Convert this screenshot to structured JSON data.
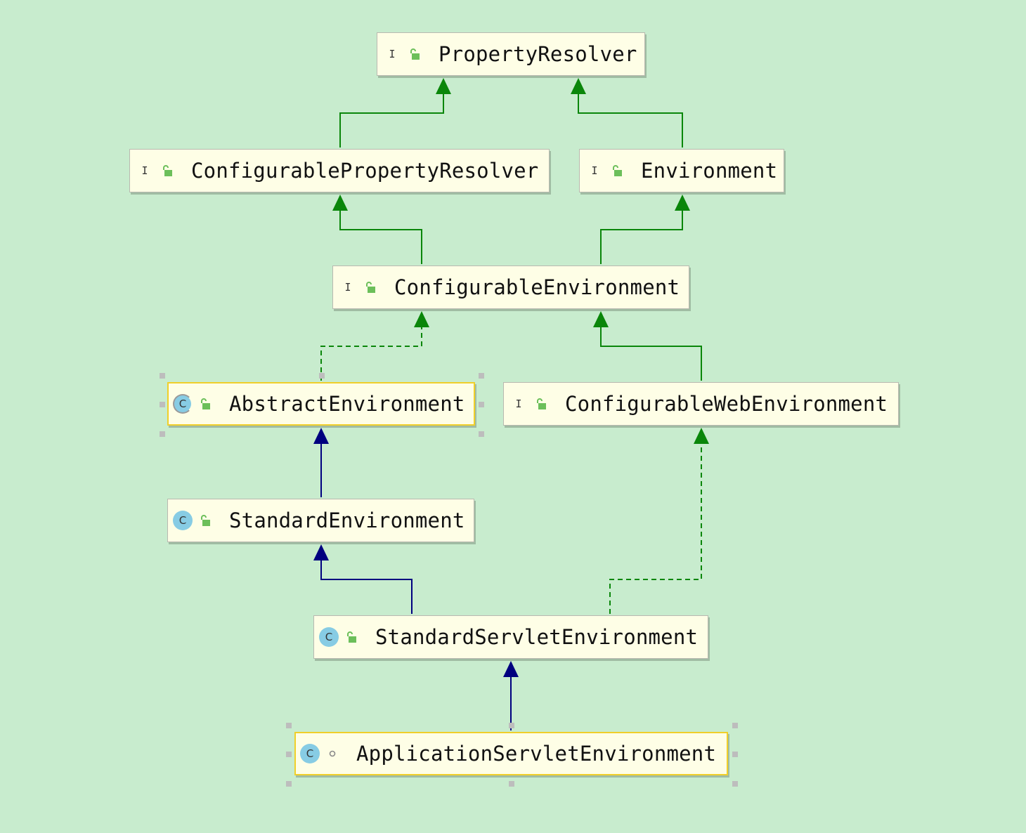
{
  "colors": {
    "background": "#c8ecce",
    "interface_edge": "#0a860a",
    "class_edge": "#00007f",
    "selection": "#f0cf2a"
  },
  "nodes": [
    {
      "id": "property-resolver",
      "name": "PropertyResolver",
      "kind": "interface",
      "kind_letter": "I",
      "visibility": "public",
      "visibility_icon": "unlock-icon"
    },
    {
      "id": "configurable-property-resolver",
      "name": "ConfigurablePropertyResolver",
      "kind": "interface",
      "kind_letter": "I",
      "visibility": "public",
      "visibility_icon": "unlock-icon"
    },
    {
      "id": "environment",
      "name": "Environment",
      "kind": "interface",
      "kind_letter": "I",
      "visibility": "public",
      "visibility_icon": "unlock-icon"
    },
    {
      "id": "configurable-environment",
      "name": "ConfigurableEnvironment",
      "kind": "interface",
      "kind_letter": "I",
      "visibility": "public",
      "visibility_icon": "unlock-icon"
    },
    {
      "id": "abstract-environment",
      "name": "AbstractEnvironment",
      "kind": "abstract-class",
      "kind_letter": "C",
      "visibility": "public",
      "visibility_icon": "unlock-icon",
      "selected": true
    },
    {
      "id": "configurable-web-environment",
      "name": "ConfigurableWebEnvironment",
      "kind": "interface",
      "kind_letter": "I",
      "visibility": "public",
      "visibility_icon": "unlock-icon"
    },
    {
      "id": "standard-environment",
      "name": "StandardEnvironment",
      "kind": "class",
      "kind_letter": "C",
      "visibility": "public",
      "visibility_icon": "unlock-icon"
    },
    {
      "id": "standard-servlet-environment",
      "name": "StandardServletEnvironment",
      "kind": "class",
      "kind_letter": "C",
      "visibility": "public",
      "visibility_icon": "unlock-icon"
    },
    {
      "id": "application-servlet-environment",
      "name": "ApplicationServletEnvironment",
      "kind": "class",
      "kind_letter": "C",
      "visibility": "package-private",
      "visibility_icon": "circle-icon",
      "selected": true
    }
  ],
  "edges": [
    {
      "from": "configurable-property-resolver",
      "to": "property-resolver",
      "type": "extends-interface",
      "style": "solid"
    },
    {
      "from": "environment",
      "to": "property-resolver",
      "type": "extends-interface",
      "style": "solid"
    },
    {
      "from": "configurable-environment",
      "to": "configurable-property-resolver",
      "type": "extends-interface",
      "style": "solid"
    },
    {
      "from": "configurable-environment",
      "to": "environment",
      "type": "extends-interface",
      "style": "solid"
    },
    {
      "from": "abstract-environment",
      "to": "configurable-environment",
      "type": "implements",
      "style": "dashed"
    },
    {
      "from": "configurable-web-environment",
      "to": "configurable-environment",
      "type": "extends-interface",
      "style": "solid"
    },
    {
      "from": "standard-environment",
      "to": "abstract-environment",
      "type": "extends-class",
      "style": "solid"
    },
    {
      "from": "standard-servlet-environment",
      "to": "standard-environment",
      "type": "extends-class",
      "style": "solid"
    },
    {
      "from": "standard-servlet-environment",
      "to": "configurable-web-environment",
      "type": "implements",
      "style": "dashed"
    },
    {
      "from": "application-servlet-environment",
      "to": "standard-servlet-environment",
      "type": "extends-class",
      "style": "solid"
    }
  ]
}
